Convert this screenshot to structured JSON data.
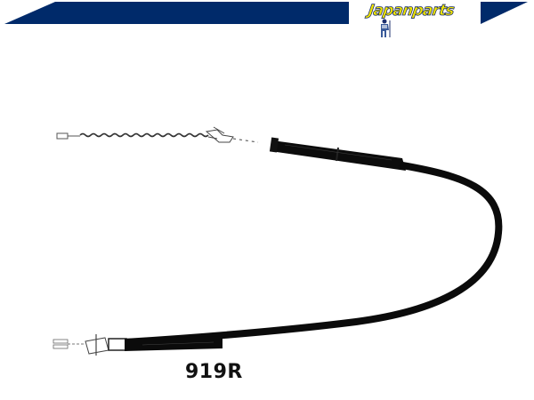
{
  "brand": {
    "name": "Japanparts",
    "primary_color": "#002a6a",
    "logo_text_color": "#f2e600"
  },
  "product": {
    "part_number": "919R",
    "image_subject": "parking-brake-cable"
  }
}
